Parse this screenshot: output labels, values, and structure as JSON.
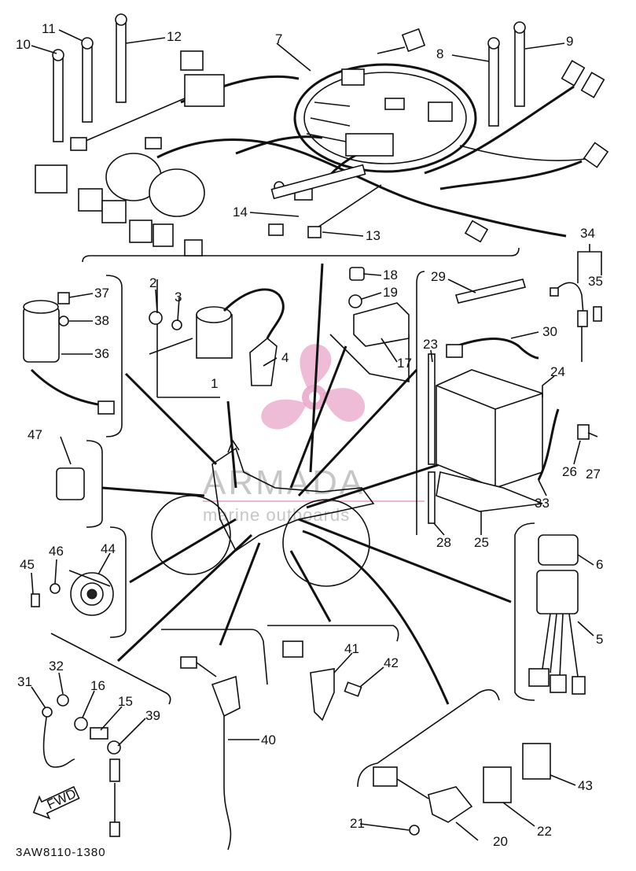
{
  "diagram": {
    "drawing_code": "3AW8110-1380",
    "forward_label": "FWD",
    "watermark_brand": "ARMADA",
    "watermark_sub": "marine outboards",
    "callouts": [
      "1",
      "2",
      "3",
      "4",
      "5",
      "6",
      "7",
      "8",
      "9",
      "10",
      "11",
      "12",
      "13",
      "14",
      "15",
      "16",
      "17",
      "18",
      "19",
      "20",
      "21",
      "22",
      "23",
      "24",
      "25",
      "26",
      "27",
      "28",
      "29",
      "30",
      "31",
      "32",
      "33",
      "34",
      "35",
      "36",
      "37",
      "38",
      "39",
      "40",
      "41",
      "42",
      "43",
      "44",
      "45",
      "46",
      "47"
    ],
    "colors": {
      "line": "#111111",
      "watermark_logo": "#e8a6c8",
      "watermark_text": "#999999"
    }
  }
}
